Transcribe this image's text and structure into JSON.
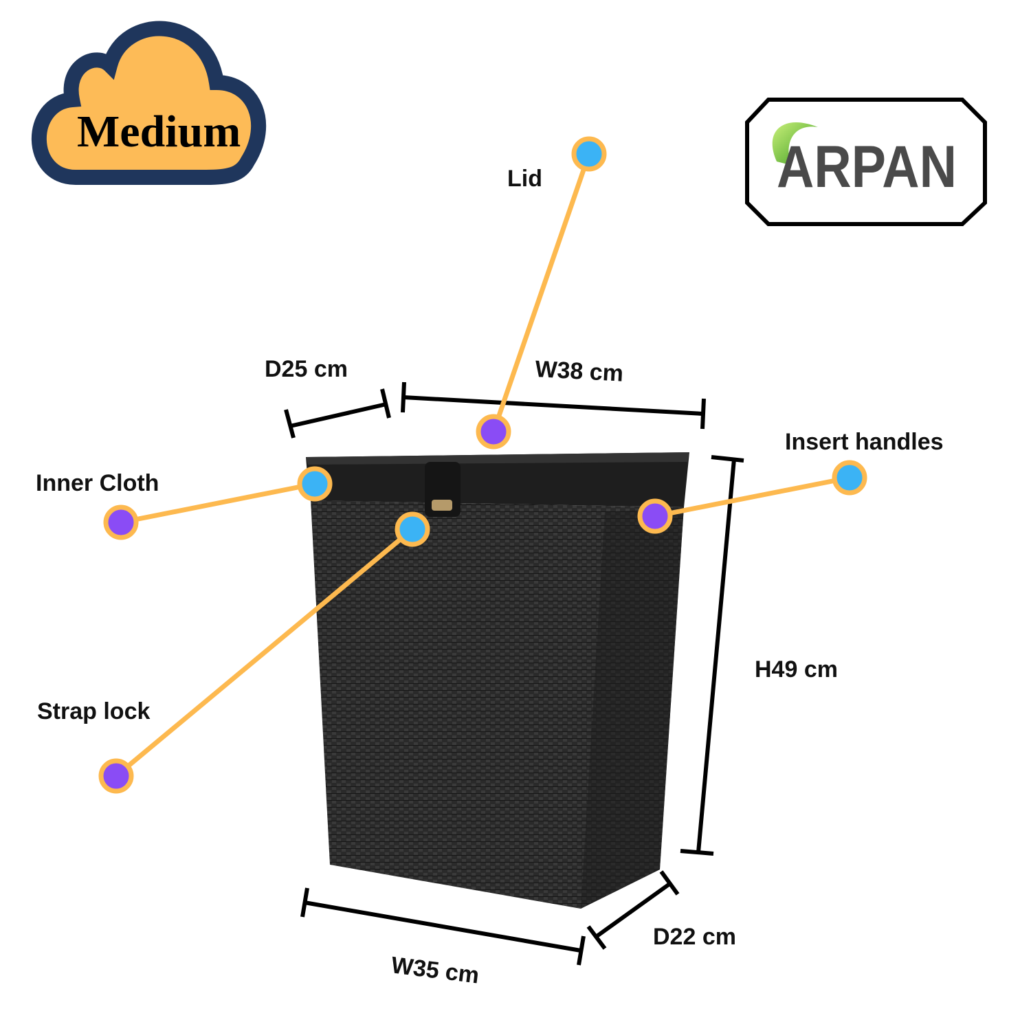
{
  "badge": {
    "text": "Medium",
    "fill_color": "#fdbb57",
    "outline_color": "#1f365c"
  },
  "brand": {
    "text": "ARPAN",
    "leaf_color": "#6cc33a"
  },
  "callouts": {
    "lid": "Lid",
    "inner_cloth": "Inner Cloth",
    "strap_lock": "Strap lock",
    "insert_handles": "Insert handles"
  },
  "dimensions": {
    "top_depth": "D25 cm",
    "top_width": "W38 cm",
    "height": "H49 cm",
    "bottom_width": "W35 cm",
    "bottom_depth": "D22 cm"
  },
  "colors": {
    "line": "#fdb94f",
    "dot_blue": "#3bb3f5",
    "dot_purple": "#8a4cf5",
    "basket": "#222"
  }
}
